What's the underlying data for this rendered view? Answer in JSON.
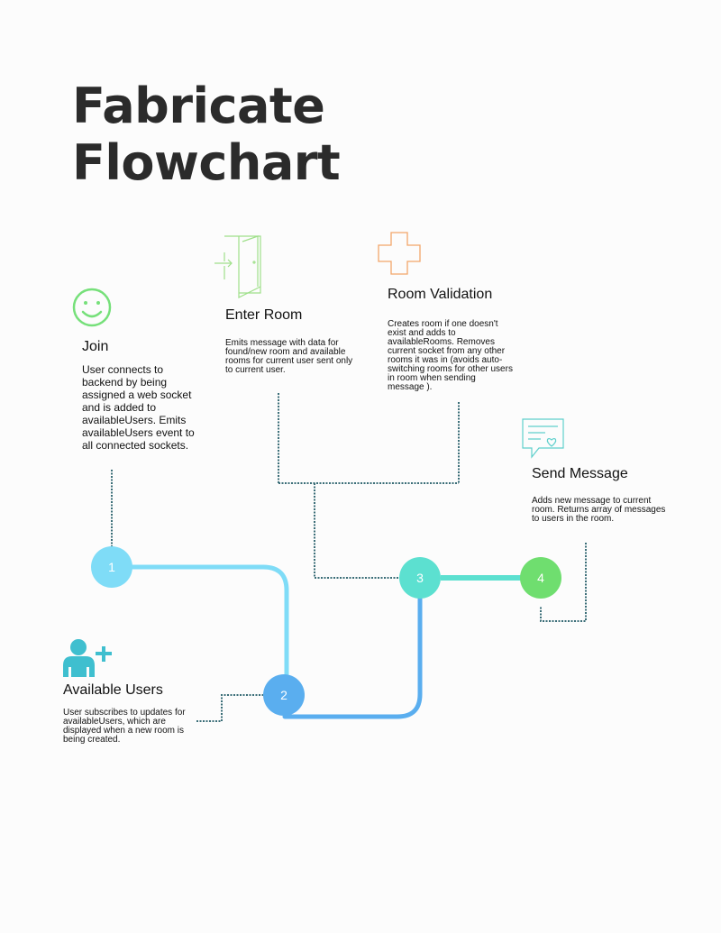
{
  "title": {
    "line1": "Fabricate",
    "line2": "Flowchart"
  },
  "colors": {
    "node1": "#7fdcf7",
    "node2": "#5aaeef",
    "node3": "#5ce0d0",
    "node4": "#6fde6f",
    "join_icon": "#76e07a",
    "enter_icon": "#9fe08a",
    "validation_icon": "#f2a66a",
    "message_icon": "#5fd0cc",
    "users_icon": "#3fbfcf",
    "dashed_connector": "#3b6e78"
  },
  "steps": {
    "join": {
      "icon": "smiley-icon",
      "title": "Join",
      "description": "User connects to backend by being assigned a web socket and is added to availableUsers. Emits availableUsers event to all connected sockets."
    },
    "available_users": {
      "icon": "add-user-icon",
      "title": "Available Users",
      "description": "User subscribes to updates for availableUsers, which are displayed when a new room is being created."
    },
    "enter_room": {
      "icon": "door-enter-icon",
      "title": "Enter Room",
      "description": "Emits message with data for found/new room and available rooms for current user sent only to current user."
    },
    "room_validation": {
      "icon": "plus-cross-icon",
      "title": "Room Validation",
      "description": "Creates room if one doesn't exist and adds to availableRooms.  Removes current socket from any other rooms it was in (avoids auto-switching rooms for other users in room when sending message )."
    },
    "send_message": {
      "icon": "message-heart-icon",
      "title": "Send Message",
      "description": "Adds new message to current room. Returns  array of messages to users in the room."
    }
  },
  "nodes": [
    {
      "id": "node-1",
      "label": "1"
    },
    {
      "id": "node-2",
      "label": "2"
    },
    {
      "id": "node-3",
      "label": "3"
    },
    {
      "id": "node-4",
      "label": "4"
    }
  ]
}
